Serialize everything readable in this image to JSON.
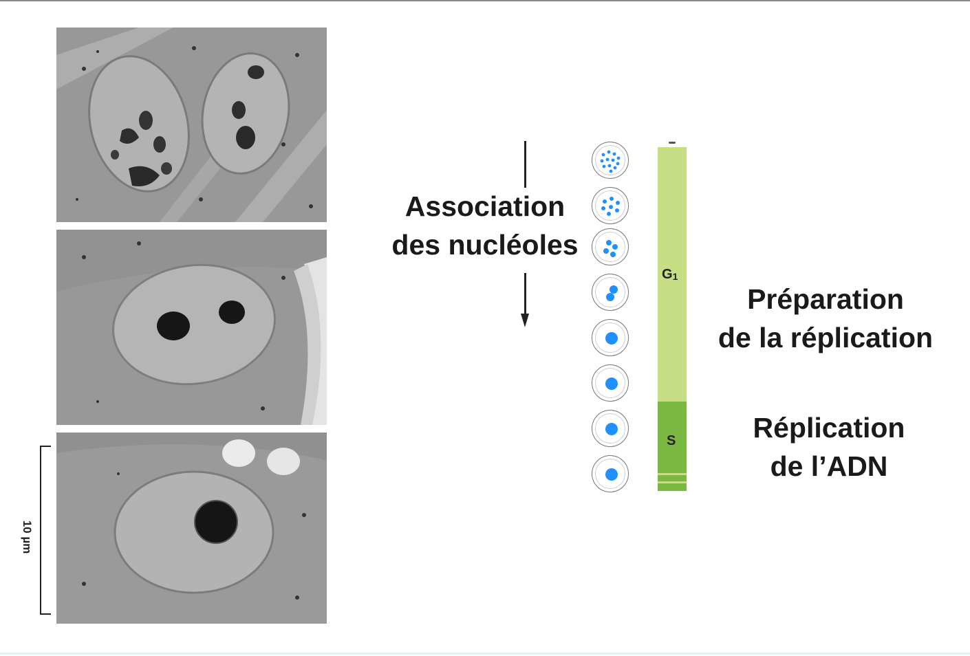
{
  "scale_label": "10 µm",
  "labels": {
    "association_line1": "Association",
    "association_line2": "des nucléoles",
    "preparation_line1": "Préparation",
    "preparation_line2": "de la réplication",
    "replication_line1": "Réplication",
    "replication_line2": "de l’ADN"
  },
  "phases": {
    "g1_letter": "G",
    "g1_index": "1",
    "s_label": "S"
  },
  "cell_stages_nucleoli_count": [
    12,
    7,
    4,
    2,
    1,
    1,
    1,
    1
  ],
  "colors": {
    "g1_phase": "#c7df84",
    "s_phase": "#7ab842",
    "nucleolus_dot": "#1e90ff",
    "text": "#1a1a1a"
  }
}
